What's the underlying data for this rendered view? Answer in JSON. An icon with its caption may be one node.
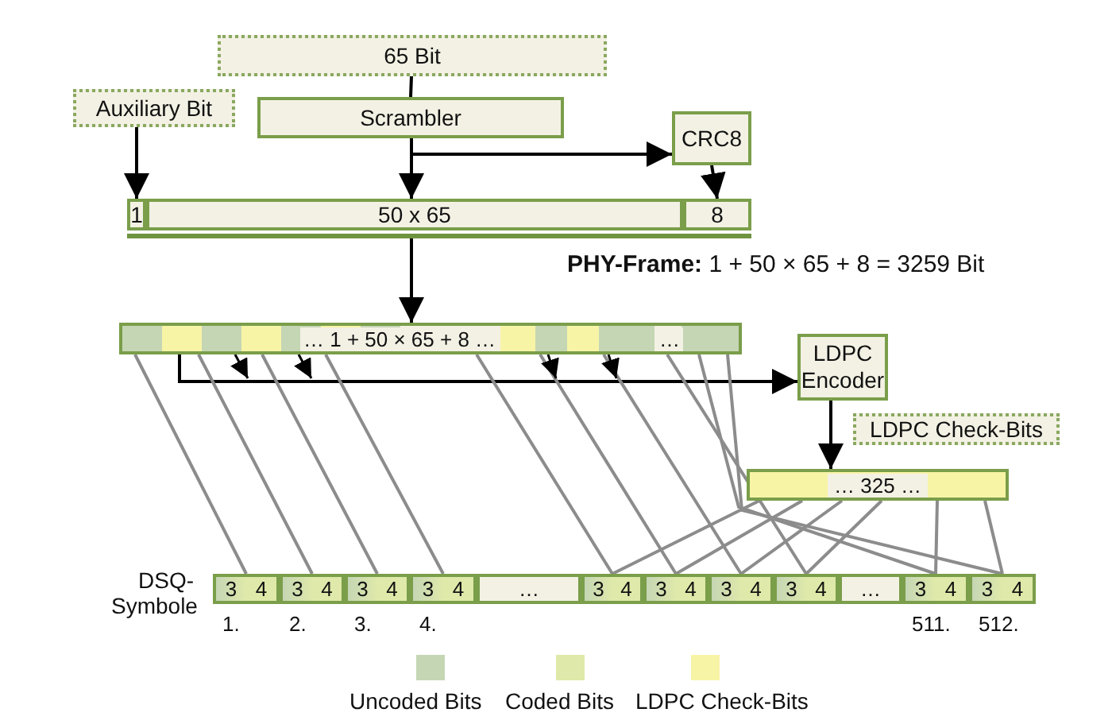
{
  "diagram": {
    "nodes": [
      {
        "text": [
          "65 Bit"
        ]
      },
      {
        "text": [
          "Auxiliary Bit"
        ]
      },
      {
        "text": [
          "Scrambler"
        ]
      },
      {
        "text": [
          "CRC8"
        ]
      },
      {
        "text": [],
        "shape": "bar"
      },
      {
        "text": [
          "1"
        ],
        "in": 4
      },
      {
        "text": [
          "50 x 65"
        ],
        "in": 4
      },
      {
        "text": [
          "8"
        ],
        "in": 4
      },
      {
        "text": [
          "… 1 + 50 × 65 + 8 …",
          "…"
        ]
      },
      {
        "text": [
          "LDPC Encoder"
        ]
      },
      {
        "text": [
          "LDPC Check-Bits"
        ]
      },
      {
        "text": [
          "… 325 …"
        ]
      },
      {
        "text": [
          "3",
          "4"
        ],
        "beside": [
          "1."
        ]
      },
      {
        "text": [
          "3",
          "4"
        ],
        "beside": [
          "2."
        ]
      },
      {
        "text": [
          "3",
          "4"
        ],
        "beside": [
          "3."
        ]
      },
      {
        "text": [
          "3",
          "4"
        ],
        "beside": [
          "4."
        ]
      },
      {
        "text": [
          "…"
        ]
      },
      {
        "text": [
          "3",
          "4"
        ]
      },
      {
        "text": [
          "3",
          "4"
        ]
      },
      {
        "text": [
          "3",
          "4"
        ]
      },
      {
        "text": [
          "3",
          "4"
        ]
      },
      {
        "text": [
          "…"
        ]
      },
      {
        "text": [
          "3",
          "4"
        ],
        "beside": [
          "511."
        ]
      },
      {
        "text": [
          "3",
          "4"
        ],
        "beside": [
          "512."
        ]
      }
    ],
    "edges": [
      {
        "from": 0,
        "to": 2,
        "arrow": "none",
        "color": "#000000"
      },
      {
        "from": 1,
        "to": 5,
        "arrow": "to",
        "color": "#000000"
      },
      {
        "from": 2,
        "to": 6,
        "arrow": "to",
        "color": "#000000"
      },
      {
        "from": 2,
        "to": 3,
        "arrow": "to",
        "color": "#000000"
      },
      {
        "from": 3,
        "to": 7,
        "arrow": "to",
        "color": "#000000"
      },
      {
        "from": 4,
        "to": 8,
        "arrow": "to",
        "color": "#000000"
      },
      {
        "from": 8,
        "to": 9,
        "arrow": "to",
        "color": "#000000"
      },
      {
        "from": 9,
        "to": 11,
        "arrow": "to",
        "color": "#000000"
      },
      {
        "from": 8,
        "to": 12,
        "arrow": "none",
        "color": "#8c8c8c"
      },
      {
        "from": 8,
        "to": 13,
        "arrow": "none",
        "color": "#8c8c8c"
      },
      {
        "from": 8,
        "to": 14,
        "arrow": "none",
        "color": "#8c8c8c"
      },
      {
        "from": 8,
        "to": 15,
        "arrow": "none",
        "color": "#8c8c8c"
      },
      {
        "from": 8,
        "to": 17,
        "arrow": "none",
        "color": "#8c8c8c"
      },
      {
        "from": 8,
        "to": 18,
        "arrow": "none",
        "color": "#8c8c8c"
      },
      {
        "from": 8,
        "to": 19,
        "arrow": "none",
        "color": "#8c8c8c"
      },
      {
        "from": 8,
        "to": 20,
        "arrow": "none",
        "color": "#8c8c8c"
      },
      {
        "from": 8,
        "to": 22,
        "arrow": "none",
        "color": "#8c8c8c"
      },
      {
        "from": 8,
        "to": 23,
        "arrow": "none",
        "color": "#8c8c8c"
      },
      {
        "from": 11,
        "to": 17,
        "arrow": "none",
        "color": "#8c8c8c"
      },
      {
        "from": 11,
        "to": 18,
        "arrow": "none",
        "color": "#8c8c8c"
      },
      {
        "from": 11,
        "to": 19,
        "arrow": "none",
        "color": "#8c8c8c"
      },
      {
        "from": 11,
        "to": 20,
        "arrow": "none",
        "color": "#8c8c8c"
      },
      {
        "from": 11,
        "to": 22,
        "arrow": "none",
        "color": "#8c8c8c"
      },
      {
        "from": 11,
        "to": 23,
        "arrow": "none",
        "color": "#8c8c8c"
      }
    ],
    "labels": [
      "**PHY-Frame:** 1 + 50 × 65 + 8 = 3259 Bit",
      "DSQ-Symbole"
    ],
    "legend": [
      {
        "text": "Uncoded Bits",
        "color": "#c5d6b4"
      },
      {
        "text": "Coded Bits",
        "color": "#dfe9a9"
      },
      {
        "text": "LDPC Check-Bits",
        "color": "#f8f4a6"
      }
    ]
  }
}
